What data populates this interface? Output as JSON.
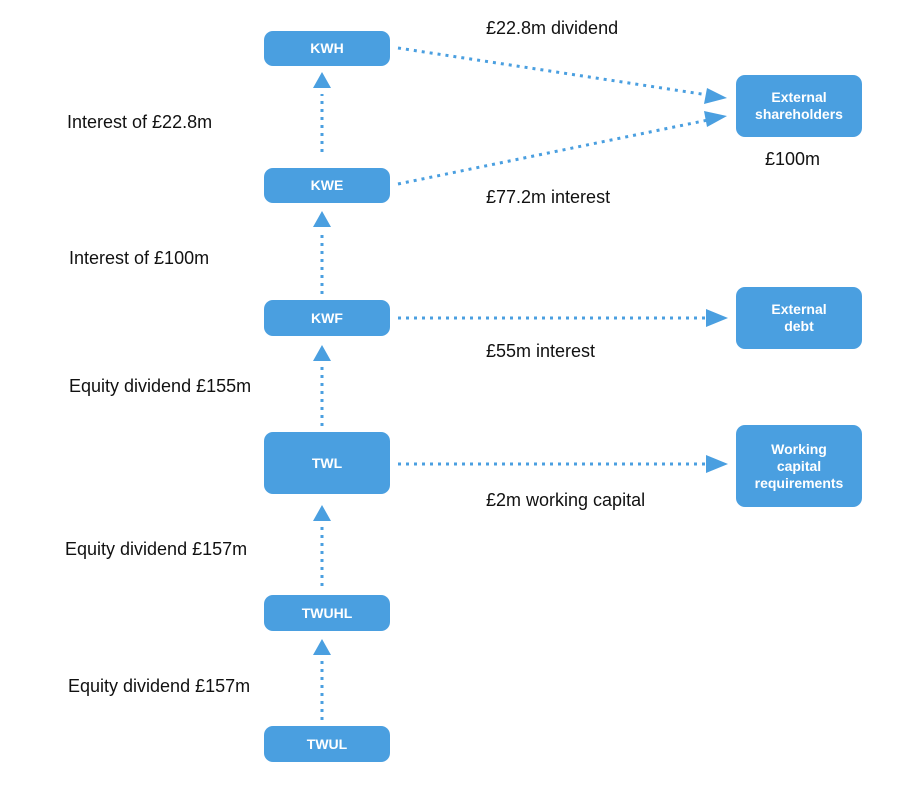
{
  "colors": {
    "node_fill": "#4a9fe0",
    "connector": "#4a9fe0",
    "node_text": "#ffffff",
    "label_text": "#111111"
  },
  "nodes": {
    "kwh": "KWH",
    "kwe": "KWE",
    "kwf": "KWF",
    "twl": "TWL",
    "twuhl": "TWUHL",
    "twul": "TWUL",
    "external_shareholders": "External\nshareholders",
    "external_debt": "External\ndebt",
    "working_capital": "Working\ncapital\nrequirements"
  },
  "labels": {
    "kwh_dividend": "£22.8m dividend",
    "kwe_to_kwh": "Interest of £22.8m",
    "shareholders_total": "£100m",
    "kwe_interest": "£77.2m interest",
    "kwf_to_kwe": "Interest of £100m",
    "kwf_interest": "£55m interest",
    "twl_to_kwf": "Equity dividend £155m",
    "twl_working_capital": "£2m working capital",
    "twuhl_to_twl": "Equity dividend £157m",
    "twul_to_twuhl": "Equity dividend £157m"
  }
}
